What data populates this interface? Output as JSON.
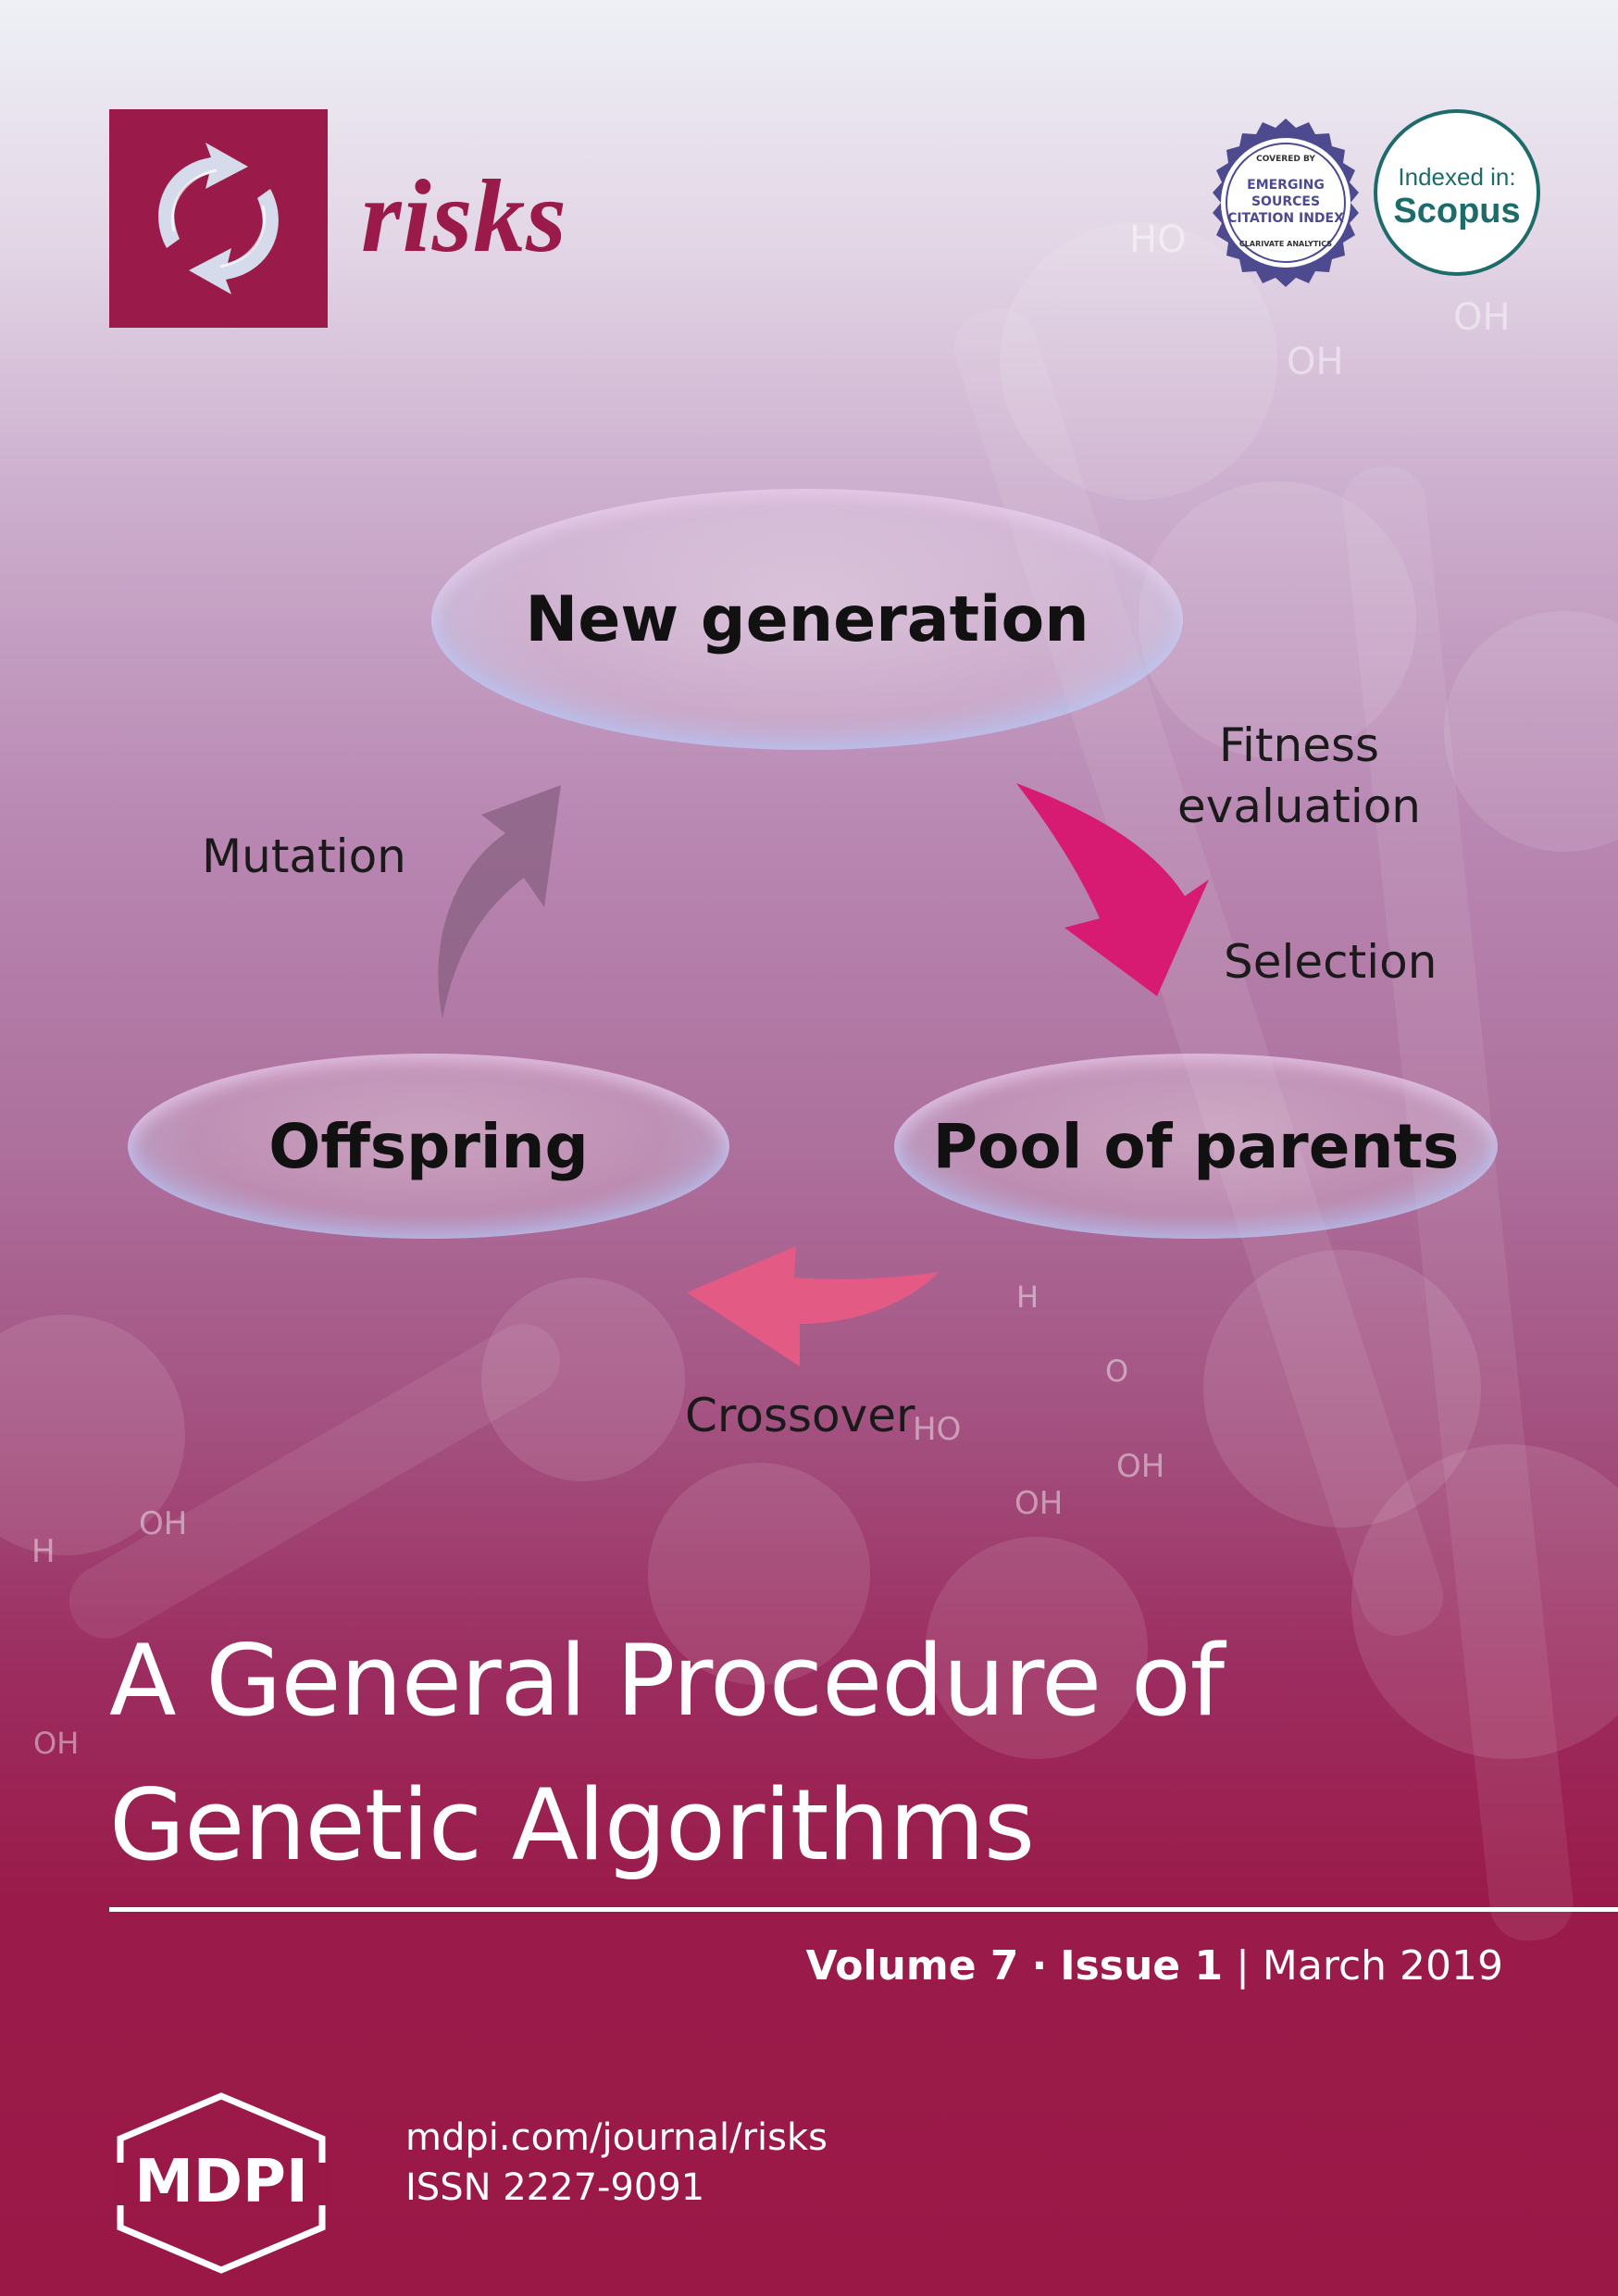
{
  "journal": {
    "name": "risks",
    "brand_color": "#9a1a4a"
  },
  "badges": {
    "esci": {
      "top": "COVERED BY",
      "lines": [
        "EMERGING",
        "SOURCES",
        "CITATION INDEX"
      ],
      "bottom": "CLARIVATE ANALYTICS"
    },
    "scopus": {
      "indexed_label": "Indexed in:",
      "name": "Scopus",
      "color": "#1e6b6b"
    }
  },
  "diagram": {
    "nodes": {
      "new_generation": "New generation",
      "offspring": "Offspring",
      "pool_of_parents": "Pool of parents"
    },
    "labels": {
      "fitness_line1": "Fitness",
      "fitness_line2": "evaluation",
      "selection": "Selection",
      "mutation": "Mutation",
      "crossover": "Crossover"
    },
    "arrow_colors": {
      "selection": "#d81b72",
      "mutation": "#8a6183",
      "crossover": "#e35a85"
    }
  },
  "chemistry_labels": [
    "HO",
    "OH",
    "OH",
    "O",
    "H",
    "OH",
    "OH",
    "HO",
    "OH",
    "H",
    "OH"
  ],
  "cover": {
    "title_line1": "A General Procedure of",
    "title_line2": "Genetic Algorithms",
    "volume": "Volume 7",
    "separator": "·",
    "issue": "Issue 1",
    "divider": "|",
    "date": "March 2019"
  },
  "footer": {
    "publisher": "MDPI",
    "url": "mdpi.com/journal/risks",
    "issn": "ISSN 2227-9091"
  }
}
